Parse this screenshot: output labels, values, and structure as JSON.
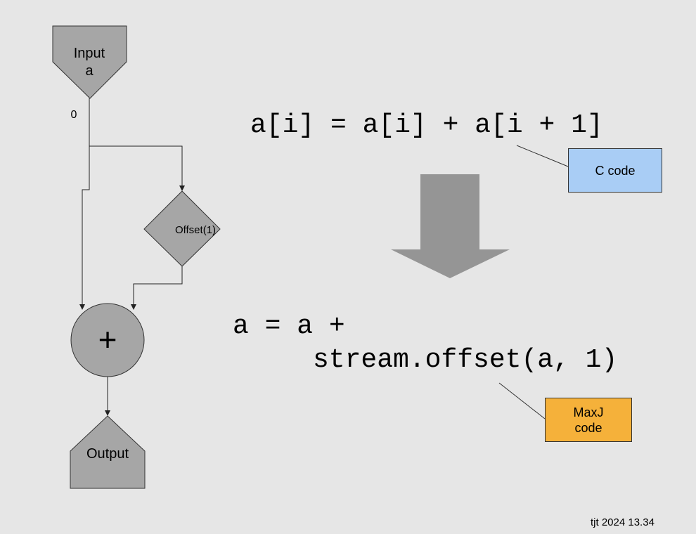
{
  "dataflow": {
    "input_label_line1": "Input",
    "input_label_line2": "a",
    "offset_index": "0",
    "offset_label": "Offset(1)",
    "add_symbol": "+",
    "output_label": "Output"
  },
  "code": {
    "c_line": "a[i] = a[i] + a[i + 1]",
    "maxj_line1": "a = a +",
    "maxj_line2": "stream.offset(a, 1)"
  },
  "callouts": {
    "c_code": "C code",
    "maxj_line1": "MaxJ",
    "maxj_line2": "code"
  },
  "footer": "tjt 2024 13.34",
  "colors": {
    "background": "#e6e6e6",
    "node_fill": "#a6a6a6",
    "arrow_fill": "#959595",
    "c_code_box": "#a9cdf5",
    "maxj_box": "#f5b13a"
  }
}
